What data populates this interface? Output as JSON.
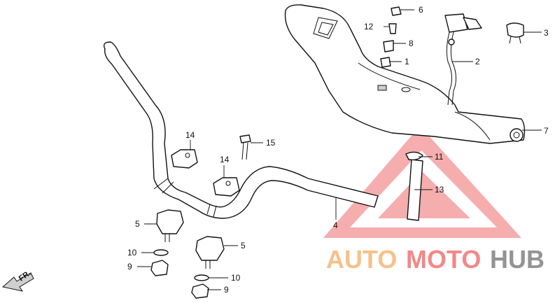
{
  "callouts": [
    {
      "id": "c1",
      "label": "1"
    },
    {
      "id": "c2",
      "label": "2"
    },
    {
      "id": "c3",
      "label": "3"
    },
    {
      "id": "c4",
      "label": "4"
    },
    {
      "id": "c5a",
      "label": "5"
    },
    {
      "id": "c5b",
      "label": "5"
    },
    {
      "id": "c6",
      "label": "6"
    },
    {
      "id": "c7",
      "label": "7"
    },
    {
      "id": "c8",
      "label": "8"
    },
    {
      "id": "c9a",
      "label": "9"
    },
    {
      "id": "c9b",
      "label": "9"
    },
    {
      "id": "c10a",
      "label": "10"
    },
    {
      "id": "c10b",
      "label": "10"
    },
    {
      "id": "c11",
      "label": "11"
    },
    {
      "id": "c12",
      "label": "12"
    },
    {
      "id": "c13",
      "label": "13"
    },
    {
      "id": "c14a",
      "label": "14"
    },
    {
      "id": "c14b",
      "label": "14"
    },
    {
      "id": "c15",
      "label": "15"
    }
  ],
  "front_marker": {
    "label": "FR."
  },
  "watermark": {
    "part1": "AUTO",
    "part2": "MOTO",
    "part3": "HUB"
  },
  "colors": {
    "watermark_orange": "#f5b26b",
    "watermark_red": "#ef6b6b",
    "watermark_gray": "#7a7a7a"
  }
}
